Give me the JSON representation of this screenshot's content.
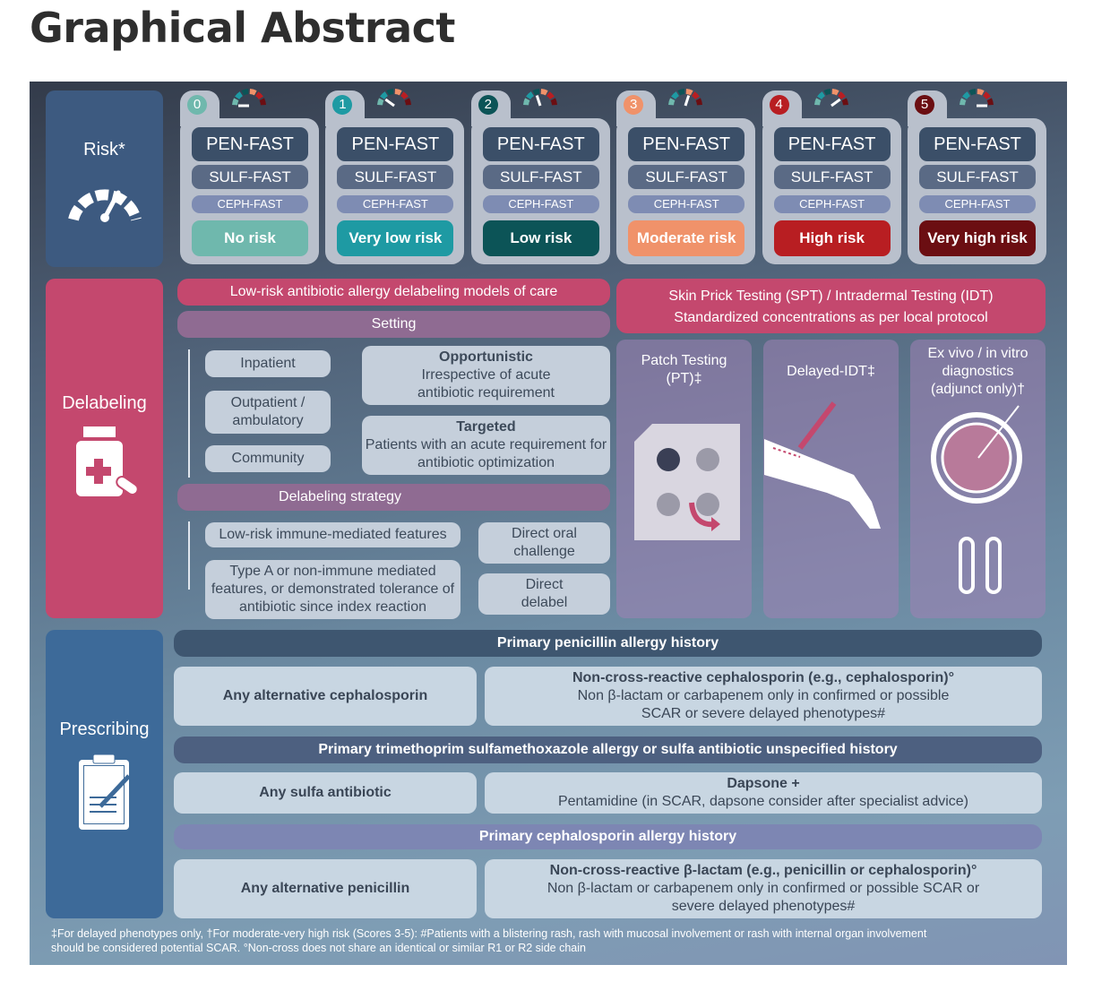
{
  "title": "Graphical Abstract",
  "risk": {
    "label": "Risk*",
    "cards": [
      {
        "score": "0",
        "pen": "PEN-FAST",
        "sulf": "SULF-FAST",
        "ceph": "CEPH-FAST",
        "level": "No risk",
        "color": "#6fb8ad",
        "needle": 0
      },
      {
        "score": "1",
        "pen": "PEN-FAST",
        "sulf": "SULF-FAST",
        "ceph": "CEPH-FAST",
        "level": "Very low risk",
        "color": "#1e9aa3",
        "needle": 1
      },
      {
        "score": "2",
        "pen": "PEN-FAST",
        "sulf": "SULF-FAST",
        "ceph": "CEPH-FAST",
        "level": "Low risk",
        "color": "#0c5457",
        "needle": 2
      },
      {
        "score": "3",
        "pen": "PEN-FAST",
        "sulf": "SULF-FAST",
        "ceph": "CEPH-FAST",
        "level": "Moderate risk",
        "color": "#f0926a",
        "needle": 3
      },
      {
        "score": "4",
        "pen": "PEN-FAST",
        "sulf": "SULF-FAST",
        "ceph": "CEPH-FAST",
        "level": "High risk",
        "color": "#b81e22",
        "needle": 4
      },
      {
        "score": "5",
        "pen": "PEN-FAST",
        "sulf": "SULF-FAST",
        "ceph": "CEPH-FAST",
        "level": "Very high risk",
        "color": "#6b0e12",
        "needle": 5
      }
    ]
  },
  "delabeling": {
    "label": "Delabeling",
    "models_title": "Low-risk antibiotic allergy delabeling models of care",
    "setting": "Setting",
    "settings": [
      "Inpatient",
      "Outpatient / ambulatory",
      "Community"
    ],
    "opportunistic": {
      "title": "Opportunistic",
      "text": "Irrespective of acute antibiotic requirement"
    },
    "targeted": {
      "title": "Targeted",
      "text": "Patients with an acute requirement for antibiotic optimization"
    },
    "strategy": "Delabeling strategy",
    "low_risk": "Low-risk immune-mediated features",
    "type_a": "Type A or non-immune mediated features, or demonstrated tolerance of antibiotic since index reaction",
    "doc": "Direct oral challenge",
    "direct": "Direct delabel",
    "spt_title": "Skin Prick Testing (SPT) / Intradermal Testing (IDT)",
    "spt_text": "Standardized concentrations as per local protocol",
    "patch": "Patch Testing (PT)‡",
    "delayed": "Delayed-IDT‡",
    "exvivo": "Ex vivo / in vitro diagnostics",
    "adjunct": "(adjunct only)†"
  },
  "prescribing": {
    "label": "Prescribing",
    "pen_header": "Primary penicillin allergy history",
    "pen_left": "Any alternative cephalosporin",
    "pen_right1": "Non-cross-reactive cephalosporin (e.g., cephalosporin)°",
    "pen_right2": "Non β-lactam or carbapenem only in confirmed or possible SCAR or severe delayed phenotypes#",
    "sulfa_header": "Primary trimethoprim sulfamethoxazole allergy or sulfa antibiotic unspecified history",
    "sulfa_left": "Any sulfa antibiotic",
    "sulfa_right1": "Dapsone +",
    "sulfa_right2": "Pentamidine (in SCAR, dapsone consider after specialist advice)",
    "ceph_header": "Primary cephalosporin allergy history",
    "ceph_left": "Any alternative penicillin",
    "ceph_right1": "Non-cross-reactive β-lactam (e.g., penicillin or cephalosporin)°",
    "ceph_right2": "Non β-lactam or carbapenem only in confirmed or possible SCAR or severe delayed phenotypes#"
  },
  "footnote1": "‡For delayed phenotypes only, †For moderate-very high risk (Scores 3-5): #Patients with a blistering rash, rash with mucosal involvement or rash with internal organ involvement",
  "footnote2": "should be considered potential SCAR. °Non-cross does not share an identical or similar R1 or R2 side chain"
}
